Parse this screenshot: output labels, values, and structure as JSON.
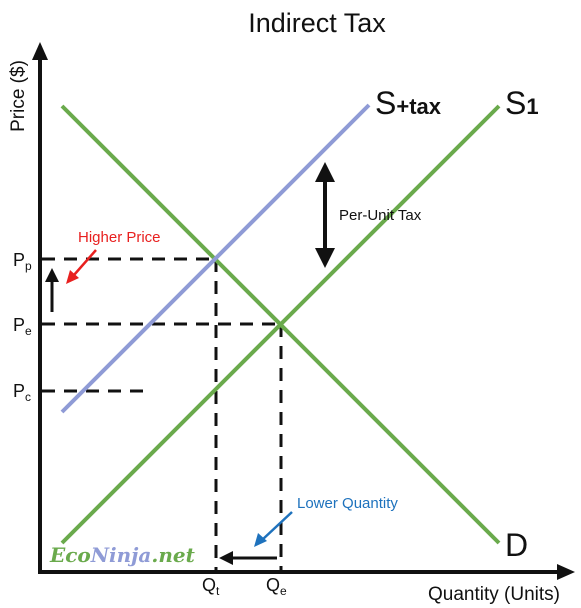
{
  "title": "Indirect Tax",
  "axes": {
    "y_label": "Price ($)",
    "x_label": "Quantity (Units)"
  },
  "curves": {
    "supply_tax": {
      "main": "S",
      "sub": "+tax",
      "color": "#8f9bd6"
    },
    "supply": {
      "main": "S",
      "sub": "1",
      "color": "#6aaa4c"
    },
    "demand": {
      "main": "D",
      "color": "#6aaa4c"
    }
  },
  "price_ticks": [
    {
      "main": "P",
      "sub": "p"
    },
    {
      "main": "P",
      "sub": "e"
    },
    {
      "main": "P",
      "sub": "c"
    }
  ],
  "quantity_ticks": [
    {
      "main": "Q",
      "sub": "t"
    },
    {
      "main": "Q",
      "sub": "e"
    }
  ],
  "annotations": {
    "higher_price": {
      "text": "Higher Price",
      "color": "#e8201f"
    },
    "per_unit_tax": {
      "text": "Per-Unit Tax",
      "color": "#111111"
    },
    "lower_quantity": {
      "text": "Lower Quantity",
      "color": "#1e72bd"
    }
  },
  "watermark": {
    "part1": "Eco",
    "part2": "Ninja",
    "part3": ".net",
    "color1": "#6aaa4c",
    "color2": "#8f9bd6"
  }
}
